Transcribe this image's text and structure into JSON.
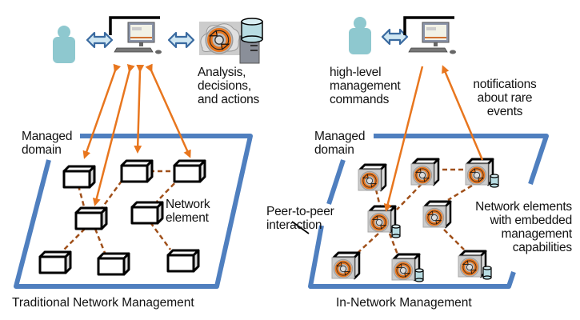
{
  "colors": {
    "domain_border": "#4f7fbf",
    "arrow": "#e8761e",
    "link": "#a0501a",
    "person": "#8ec8cf",
    "exchange_arrow": "#3a6aa0",
    "exchange_arrow_fill": "#cfe6f2"
  },
  "left": {
    "title": "Traditional Network Management",
    "domain_label_line1": "Managed",
    "domain_label_line2": "domain",
    "analysis_label_line1": "Analysis,",
    "analysis_label_line2": "decisions,",
    "analysis_label_line3": "and actions",
    "network_element_line1": "Network",
    "network_element_line2": "element",
    "icons": [
      "person-icon",
      "exchange-arrow-icon",
      "computer-icon",
      "exchange-arrow-icon",
      "analysis-engine-icon",
      "server-icon"
    ]
  },
  "right": {
    "title": "In-Network Management",
    "domain_label_line1": "Managed",
    "domain_label_line2": "domain",
    "commands_line1": "high-level",
    "commands_line2": "management",
    "commands_line3": "commands",
    "notifications_line1": "notifications",
    "notifications_line2": "about rare",
    "notifications_line3": "events",
    "peer_line1": "Peer-to-peer",
    "peer_line2": "interaction",
    "elements_line1": "Network elements",
    "elements_line2": "with embedded",
    "elements_line3": "management",
    "elements_line4": "capabilities",
    "icons": [
      "person-icon",
      "exchange-arrow-icon",
      "computer-icon",
      "smart-network-element-icon"
    ]
  }
}
